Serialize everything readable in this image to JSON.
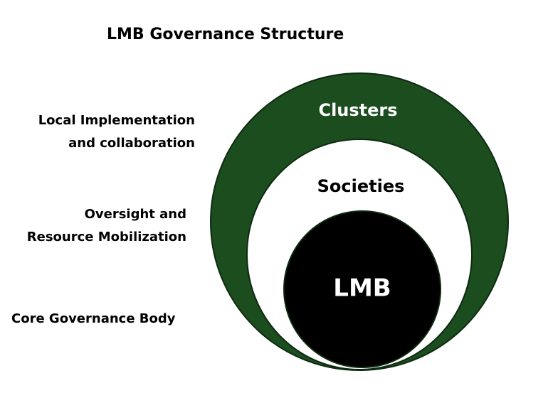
{
  "diagram": {
    "title": "LMB Governance Structure",
    "labels": {
      "local": [
        "Local Implementation",
        "and collaboration"
      ],
      "oversight": [
        "Oversight and",
        "Resource Mobilization"
      ],
      "core": "Core Governance Body"
    },
    "circles": {
      "outer": {
        "label": "Clusters",
        "color": "#1b4d1f"
      },
      "middle": {
        "label": "Societies",
        "color": "#ffffff"
      },
      "inner": {
        "label": "LMB",
        "color": "#000000"
      }
    },
    "colors": {
      "outline": "#0e2a10",
      "light_text": "#ffffff",
      "dark_text": "#000000"
    }
  }
}
